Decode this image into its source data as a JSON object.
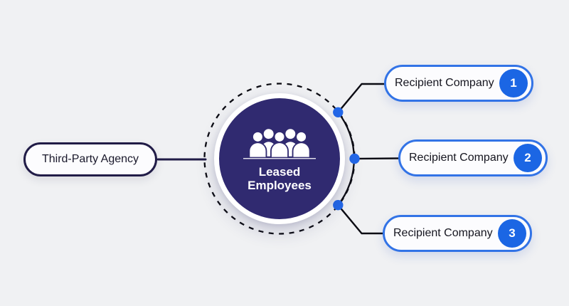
{
  "background_color": "#f0f1f3",
  "diagram": {
    "center": {
      "label": "Leased Employees",
      "icon": "people-group-icon",
      "fill_color": "#302a70"
    },
    "left_node": {
      "label": "Third-Party Agency",
      "border_color": "#211c47"
    },
    "recipients": [
      {
        "label": "Recipient Company",
        "badge": "1"
      },
      {
        "label": "Recipient Company",
        "badge": "2"
      },
      {
        "label": "Recipient Company",
        "badge": "3"
      }
    ],
    "colors": {
      "accent_blue": "#2368e9",
      "badge_blue": "#1b66e4",
      "pill_border_blue": "#3273e6",
      "connector_black": "#0c0c13",
      "connector_navy": "#211c47",
      "node_background": "#fcfcfe"
    }
  }
}
